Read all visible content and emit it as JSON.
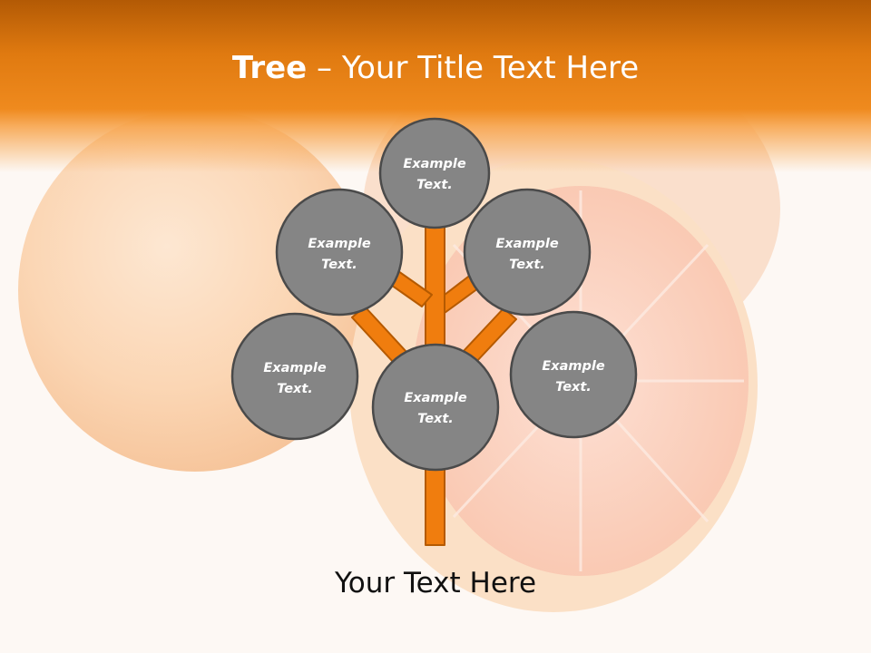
{
  "title": {
    "bold": "Tree",
    "dash": " – ",
    "rest": "Your Title Text Here"
  },
  "nodes": [
    {
      "line1": "Example",
      "line2": "Text."
    },
    {
      "line1": "Example",
      "line2": "Text."
    },
    {
      "line1": "Example",
      "line2": "Text."
    },
    {
      "line1": "Example",
      "line2": "Text."
    },
    {
      "line1": "Example",
      "line2": "Text."
    },
    {
      "line1": "Example",
      "line2": "Text."
    }
  ],
  "footer": "Your Text Here",
  "colors": {
    "header_orange": "#e07a10",
    "trunk_orange": "#f07d0e",
    "trunk_outline": "#b55a00",
    "node_fill": "#858585",
    "node_outline": "#4a4a4a"
  }
}
